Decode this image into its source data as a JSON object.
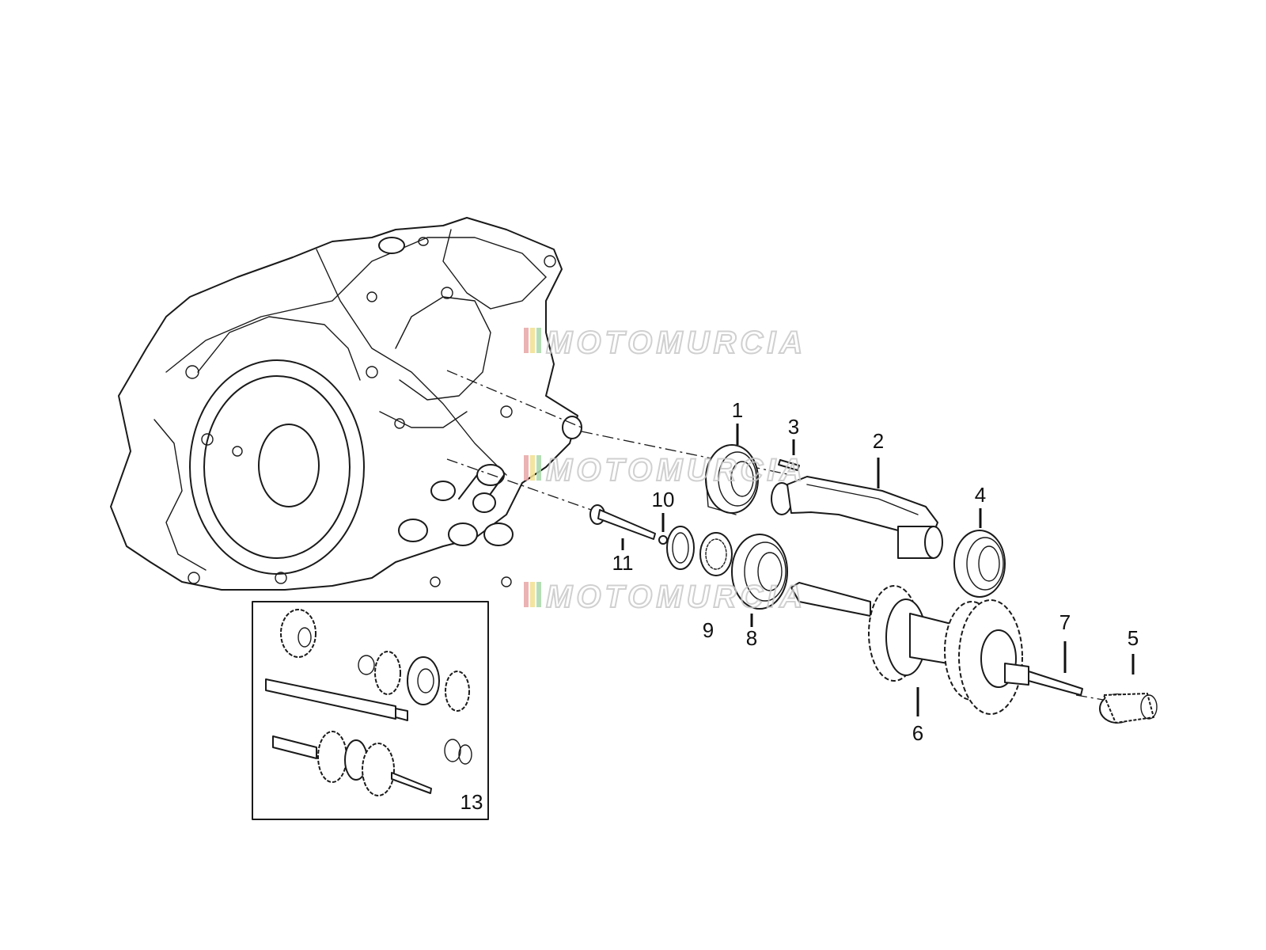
{
  "callouts": {
    "c1": "1",
    "c2": "2",
    "c3": "3",
    "c4": "4",
    "c5": "5",
    "c6": "6",
    "c7": "7",
    "c8": "8",
    "c9": "9",
    "c10": "10",
    "c11": "11",
    "c13": "13"
  },
  "watermark": {
    "text": "MOTOMURCIA",
    "colors": [
      "#e8a6a6",
      "#f1e08f",
      "#a9d8a9"
    ]
  }
}
